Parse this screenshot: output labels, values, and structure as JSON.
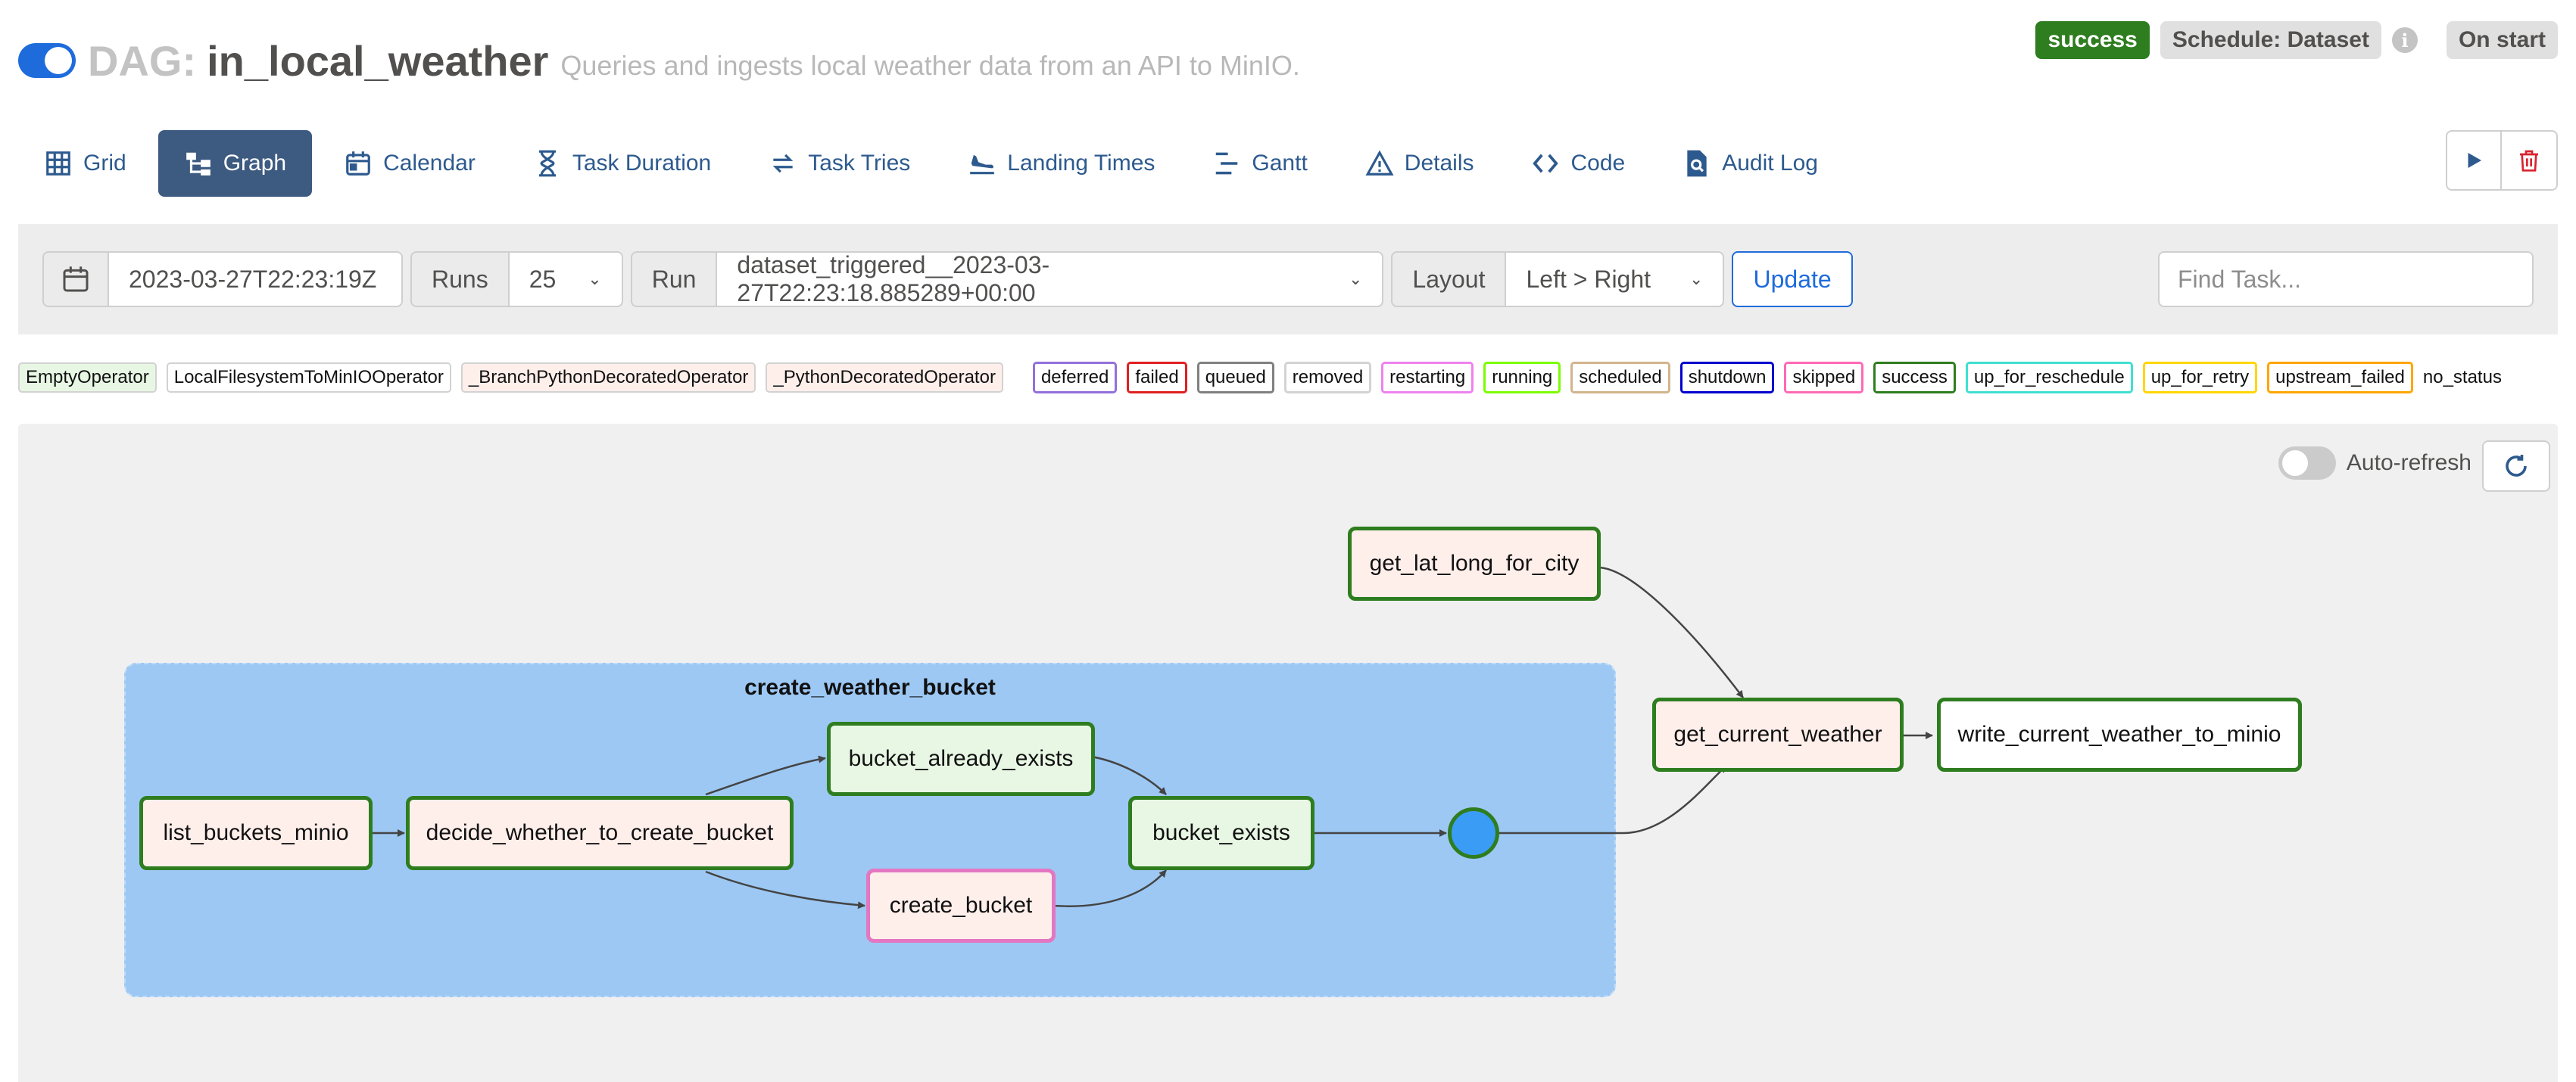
{
  "header": {
    "dag_label": "DAG:",
    "dag_id": "in_local_weather",
    "description": "Queries and ingests local weather data from an API to MinIO.",
    "status_badge": "success",
    "schedule_badge": "Schedule: Dataset",
    "info_icon": "i",
    "on_start_badge": "On start"
  },
  "tabs": [
    {
      "label": "Grid",
      "icon": "grid-icon"
    },
    {
      "label": "Graph",
      "icon": "graph-icon",
      "active": true
    },
    {
      "label": "Calendar",
      "icon": "calendar-icon"
    },
    {
      "label": "Task Duration",
      "icon": "hourglass-icon"
    },
    {
      "label": "Task Tries",
      "icon": "retry-icon"
    },
    {
      "label": "Landing Times",
      "icon": "landing-icon"
    },
    {
      "label": "Gantt",
      "icon": "gantt-icon"
    },
    {
      "label": "Details",
      "icon": "warning-triangle-icon"
    },
    {
      "label": "Code",
      "icon": "code-icon"
    },
    {
      "label": "Audit Log",
      "icon": "search-document-icon"
    }
  ],
  "filter": {
    "date": "2023-03-27T22:23:19Z",
    "runs_label": "Runs",
    "runs_value": "25",
    "run_label": "Run",
    "run_value": "dataset_triggered__2023-03-27T22:23:18.885289+00:00",
    "layout_label": "Layout",
    "layout_value": "Left > Right",
    "update_label": "Update",
    "find_placeholder": "Find Task..."
  },
  "legend": {
    "operators": [
      {
        "label": "EmptyOperator",
        "bg": "#e8f7e4"
      },
      {
        "label": "LocalFilesystemToMinIOOperator",
        "bg": "#ffffff"
      },
      {
        "label": "_BranchPythonDecoratedOperator",
        "bg": "#ffefeb"
      },
      {
        "label": "_PythonDecoratedOperator",
        "bg": "#ffefeb"
      }
    ],
    "states": [
      {
        "label": "deferred",
        "color": "#9370db"
      },
      {
        "label": "failed",
        "color": "#e02020"
      },
      {
        "label": "queued",
        "color": "#808080"
      },
      {
        "label": "removed",
        "color": "#d3d3d3"
      },
      {
        "label": "restarting",
        "color": "#ee82ee"
      },
      {
        "label": "running",
        "color": "#7cfc00"
      },
      {
        "label": "scheduled",
        "color": "#d2b48c"
      },
      {
        "label": "shutdown",
        "color": "#0000cd"
      },
      {
        "label": "skipped",
        "color": "#ff69b4"
      },
      {
        "label": "success",
        "color": "#2e7d1f"
      },
      {
        "label": "up_for_reschedule",
        "color": "#40e0d0"
      },
      {
        "label": "up_for_retry",
        "color": "#ffd700"
      },
      {
        "label": "upstream_failed",
        "color": "#ffa500"
      }
    ],
    "no_status": "no_status"
  },
  "graph": {
    "auto_refresh_label": "Auto-refresh",
    "group_label": "create_weather_bucket",
    "nodes": {
      "get_lat_long_for_city": "get_lat_long_for_city",
      "list_buckets_minio": "list_buckets_minio",
      "decide_whether_to_create_bucket": "decide_whether_to_create_bucket",
      "bucket_already_exists": "bucket_already_exists",
      "create_bucket": "create_bucket",
      "bucket_exists": "bucket_exists",
      "get_current_weather": "get_current_weather",
      "write_current_weather_to_minio": "write_current_weather_to_minio"
    }
  },
  "colors": {
    "success": "#2e7d1f",
    "skipped": "#e377c2",
    "accent": "#1e6bdc",
    "active_tab": "#3d5a80",
    "group_fill": "#9dc8f4",
    "join_dot": "#3b9cf6"
  }
}
